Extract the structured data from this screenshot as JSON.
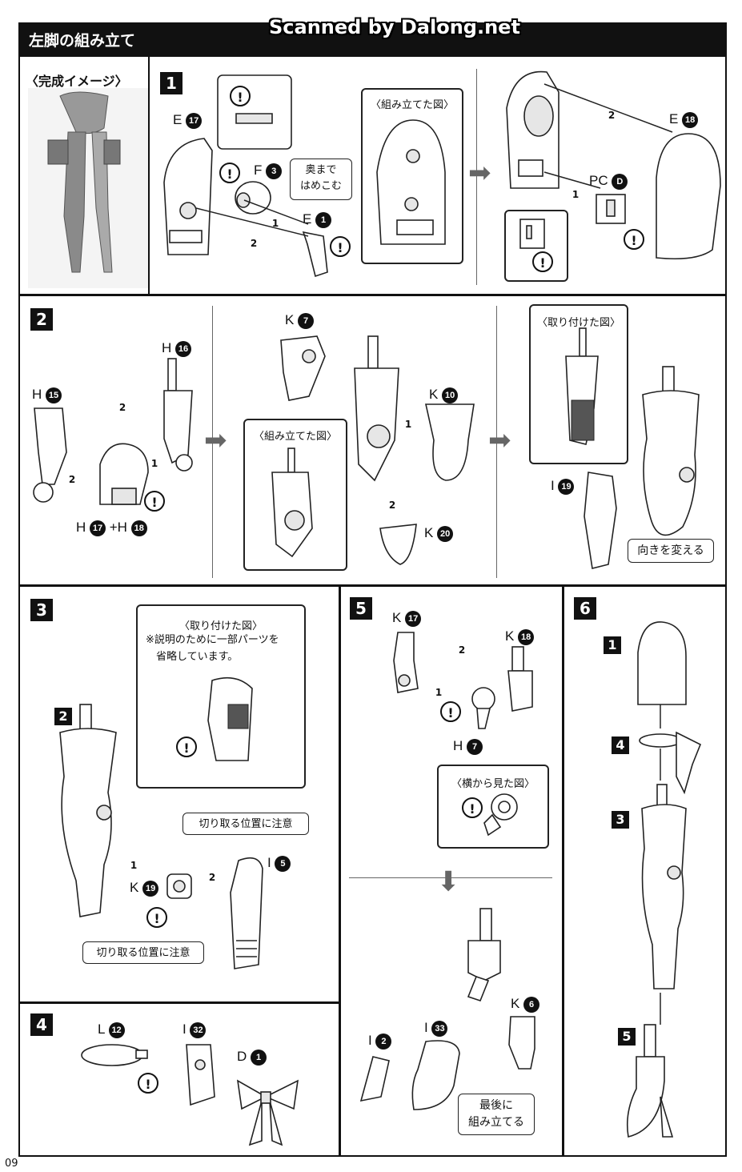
{
  "header": {
    "title": "左脚の組み立て",
    "watermark": "Scanned by Dalong.net"
  },
  "page_number": "09",
  "image_panel": {
    "title": "〈完成イメージ〉"
  },
  "step1": {
    "number": "1",
    "labels": {
      "e17": "E",
      "f3": "F",
      "e1": "E",
      "e18": "E",
      "pcd": "PC"
    },
    "num_e17": "17",
    "num_f3": "3",
    "num_e1": "1",
    "num_e18": "18",
    "num_pcd": "D",
    "bubble": "奥まで\nはめこむ",
    "assembled_title": "〈組み立てた図〉",
    "hex1": "1",
    "hex2": "2"
  },
  "step2": {
    "number": "2",
    "labels": {
      "h15": "H",
      "h16": "H",
      "h17h18": "H",
      "plus": "+H",
      "k7": "K",
      "k10": "K",
      "k20": "K",
      "i19": "I"
    },
    "num_h15": "15",
    "num_h16": "16",
    "num_h17": "17",
    "num_h18": "18",
    "num_k7": "7",
    "num_k10": "10",
    "num_k20": "20",
    "num_i19": "19",
    "assembled_title": "〈組み立てた図〉",
    "attached_title": "〈取り付けた図〉",
    "change_direction": "向きを変える",
    "hex1": "1",
    "hex2": "2"
  },
  "step3": {
    "number": "3",
    "attached_title": "〈取り付けた図〉",
    "note": "※説明のために一部パーツを\n　省略しています。",
    "cut_note_top": "切り取る位置に注意",
    "cut_note_bottom": "切り取る位置に注意",
    "sub2": "2",
    "labels": {
      "k19": "K",
      "i5": "I"
    },
    "num_k19": "19",
    "num_i5": "5",
    "hex1": "1",
    "hex2": "2"
  },
  "step4": {
    "number": "4",
    "labels": {
      "l12": "L",
      "i32": "I",
      "d1": "D"
    },
    "num_l12": "12",
    "num_i32": "32",
    "num_d1": "1"
  },
  "step5": {
    "number": "5",
    "labels": {
      "k17": "K",
      "k18": "K",
      "h7": "H",
      "i2": "I",
      "i33": "I",
      "k6": "K"
    },
    "num_k17": "17",
    "num_k18": "18",
    "num_h7": "7",
    "num_i2": "2",
    "num_i33": "33",
    "num_k6": "6",
    "side_view_title": "〈横から見た図〉",
    "last_note": "最後に\n組み立てる",
    "hex1": "1",
    "hex2": "2"
  },
  "step6": {
    "number": "6",
    "subs": [
      "1",
      "4",
      "3",
      "5"
    ]
  },
  "warn_symbol": "!"
}
